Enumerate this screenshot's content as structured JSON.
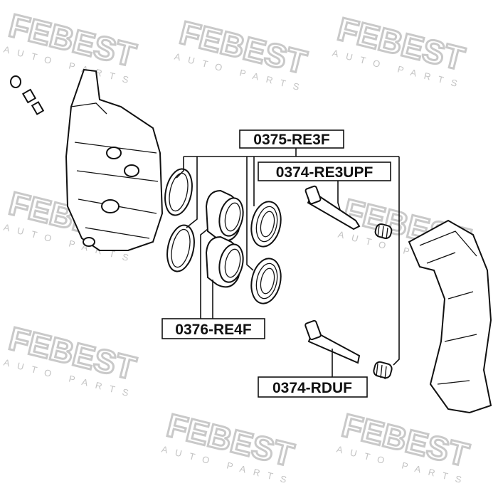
{
  "watermark": {
    "brand": "FEBEST",
    "tagline": "AUTO PARTS"
  },
  "labels": {
    "seal_kit": "0375-RE3F",
    "upper_pin": "0374-RE3UPF",
    "piston": "0376-RE4F",
    "lower_pin": "0374-RDUF"
  }
}
